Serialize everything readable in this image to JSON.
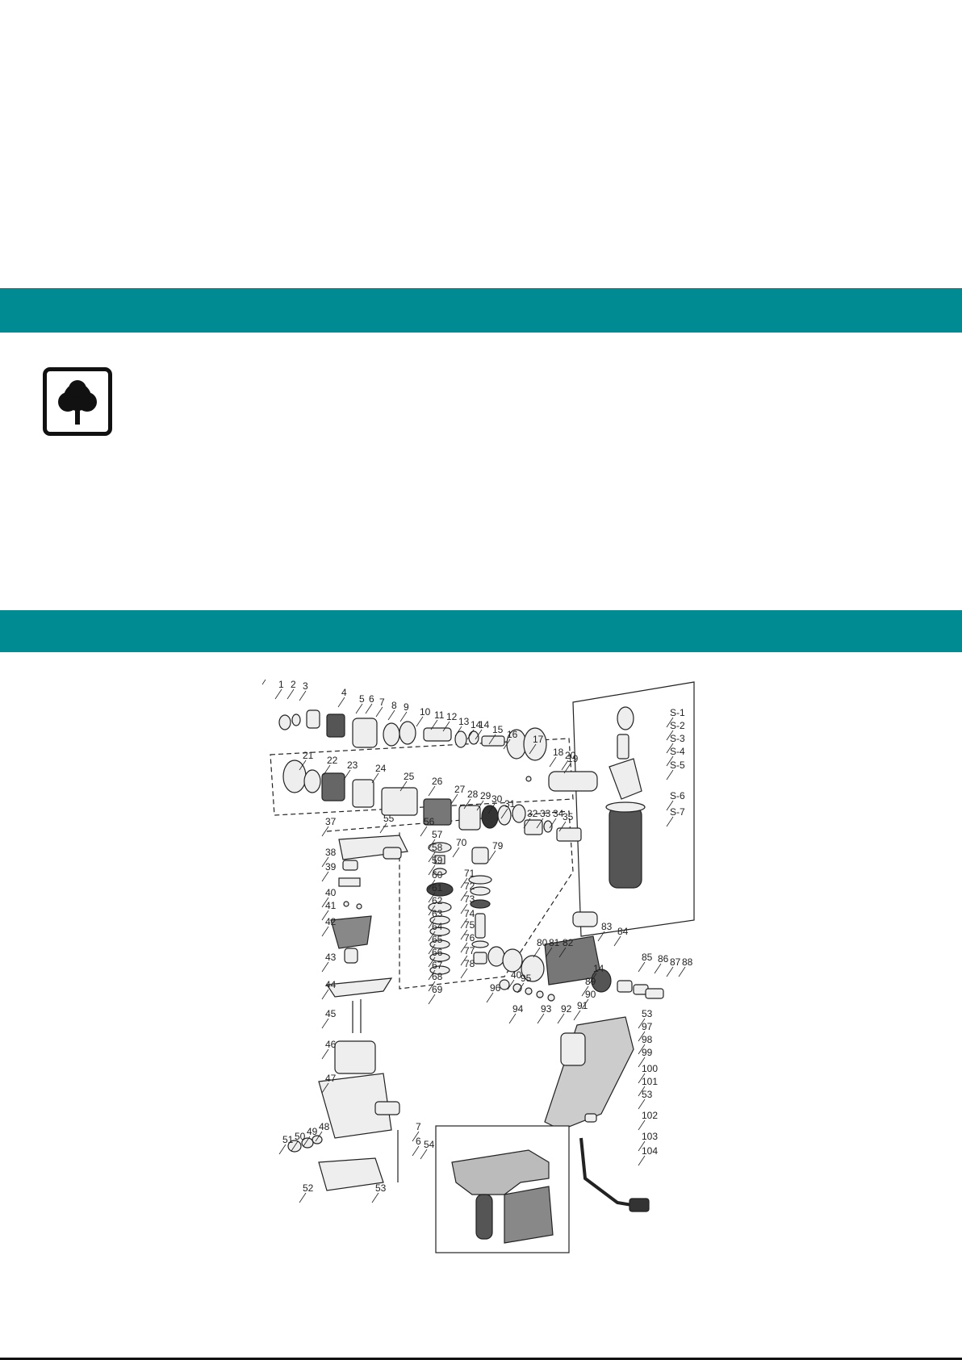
{
  "sections": {
    "top_band_label": "",
    "bottom_band_label": ""
  },
  "eco_icon": {
    "icon": "tree-icon"
  },
  "diagram": {
    "part_numbers_main": [
      "1",
      "2",
      "3",
      "4",
      "5",
      "6",
      "7",
      "8",
      "9",
      "10",
      "11",
      "12",
      "13",
      "14",
      "14",
      "15",
      "16",
      "17",
      "18",
      "19",
      "20",
      "21",
      "22",
      "23",
      "24",
      "25",
      "26",
      "27",
      "28",
      "29",
      "30",
      "31",
      "32",
      "33",
      "34",
      "35",
      "36"
    ],
    "side_handle_labels": [
      "S-1",
      "S-2",
      "S-3",
      "S-4",
      "S-5",
      "S-6",
      "S-7"
    ],
    "gear_labels": [
      "37",
      "38",
      "39",
      "40",
      "41",
      "42",
      "43",
      "44",
      "45",
      "46",
      "47",
      "48",
      "49",
      "50",
      "51",
      "52",
      "53",
      "54",
      "55",
      "56",
      "57",
      "58",
      "59",
      "60",
      "61",
      "62",
      "63",
      "64",
      "65",
      "66",
      "67",
      "68",
      "69",
      "70",
      "71",
      "72",
      "73",
      "74",
      "75",
      "76",
      "77",
      "78",
      "79"
    ],
    "housing_labels": [
      "80",
      "81",
      "82",
      "83",
      "84",
      "85",
      "86",
      "87",
      "88",
      "89",
      "90",
      "91",
      "92",
      "93",
      "94",
      "95",
      "96",
      "40",
      "14",
      "53",
      "97",
      "98",
      "99",
      "100",
      "101",
      "53",
      "102",
      "103",
      "104",
      "7",
      "6"
    ]
  },
  "colors": {
    "band": "#008b93",
    "ink": "#111111"
  }
}
